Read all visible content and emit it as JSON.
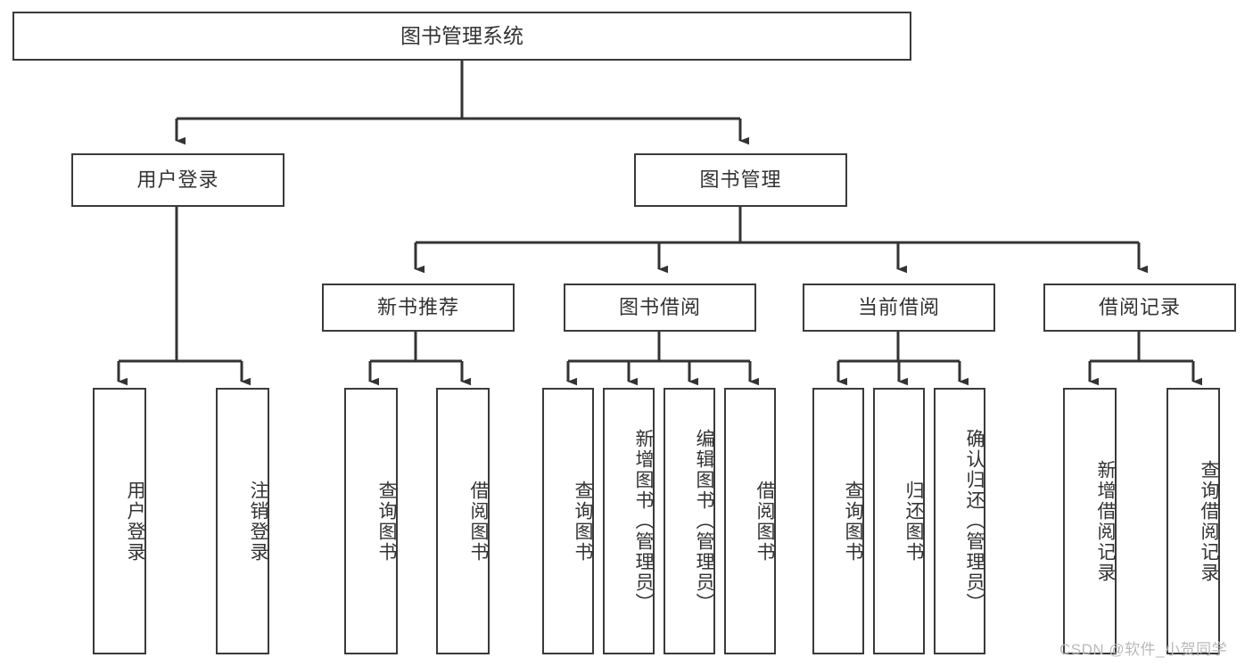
{
  "diagram": {
    "title": "图书管理系统",
    "type": "functional-decomposition-tree",
    "watermark": "CSDN @软件_小贺同学",
    "colors": {
      "box_border": "#3a3a3a",
      "box_fill": "#ffffff",
      "edge": "#333333",
      "text": "#333333",
      "watermark": "#b9b9b9",
      "background": "#ffffff"
    },
    "levels": [
      {
        "level": 1,
        "nodes": [
          {
            "id": "root",
            "label": "图书管理系统"
          }
        ]
      },
      {
        "level": 2,
        "nodes": [
          {
            "id": "login",
            "label": "用户登录",
            "parent": "root"
          },
          {
            "id": "bookmgmt",
            "label": "图书管理",
            "parent": "root"
          }
        ]
      },
      {
        "level": 3,
        "nodes": [
          {
            "id": "newbook",
            "label": "新书推荐",
            "parent": "bookmgmt"
          },
          {
            "id": "borrow",
            "label": "图书借阅",
            "parent": "bookmgmt"
          },
          {
            "id": "current",
            "label": "当前借阅",
            "parent": "bookmgmt"
          },
          {
            "id": "records",
            "label": "借阅记录",
            "parent": "bookmgmt"
          }
        ]
      },
      {
        "level": 4,
        "nodes": [
          {
            "id": "l1",
            "label": "用户登录",
            "parent": "login"
          },
          {
            "id": "l2",
            "label": "注销登录",
            "parent": "login"
          },
          {
            "id": "l3",
            "label": "查询图书",
            "parent": "newbook"
          },
          {
            "id": "l4",
            "label": "借阅图书",
            "parent": "newbook"
          },
          {
            "id": "l5",
            "label": "查询图书",
            "parent": "borrow"
          },
          {
            "id": "l6",
            "label": "新增图书（管理员）",
            "parent": "borrow"
          },
          {
            "id": "l7",
            "label": "编辑图书（管理员）",
            "parent": "borrow"
          },
          {
            "id": "l8",
            "label": "借阅图书",
            "parent": "borrow"
          },
          {
            "id": "l9",
            "label": "查询图书",
            "parent": "current"
          },
          {
            "id": "l10",
            "label": "归还图书",
            "parent": "current"
          },
          {
            "id": "l11",
            "label": "确认归还（管理员）",
            "parent": "current"
          },
          {
            "id": "l12",
            "label": "新增借阅记录",
            "parent": "records"
          },
          {
            "id": "l13",
            "label": "查询借阅记录",
            "parent": "records"
          }
        ]
      }
    ]
  }
}
